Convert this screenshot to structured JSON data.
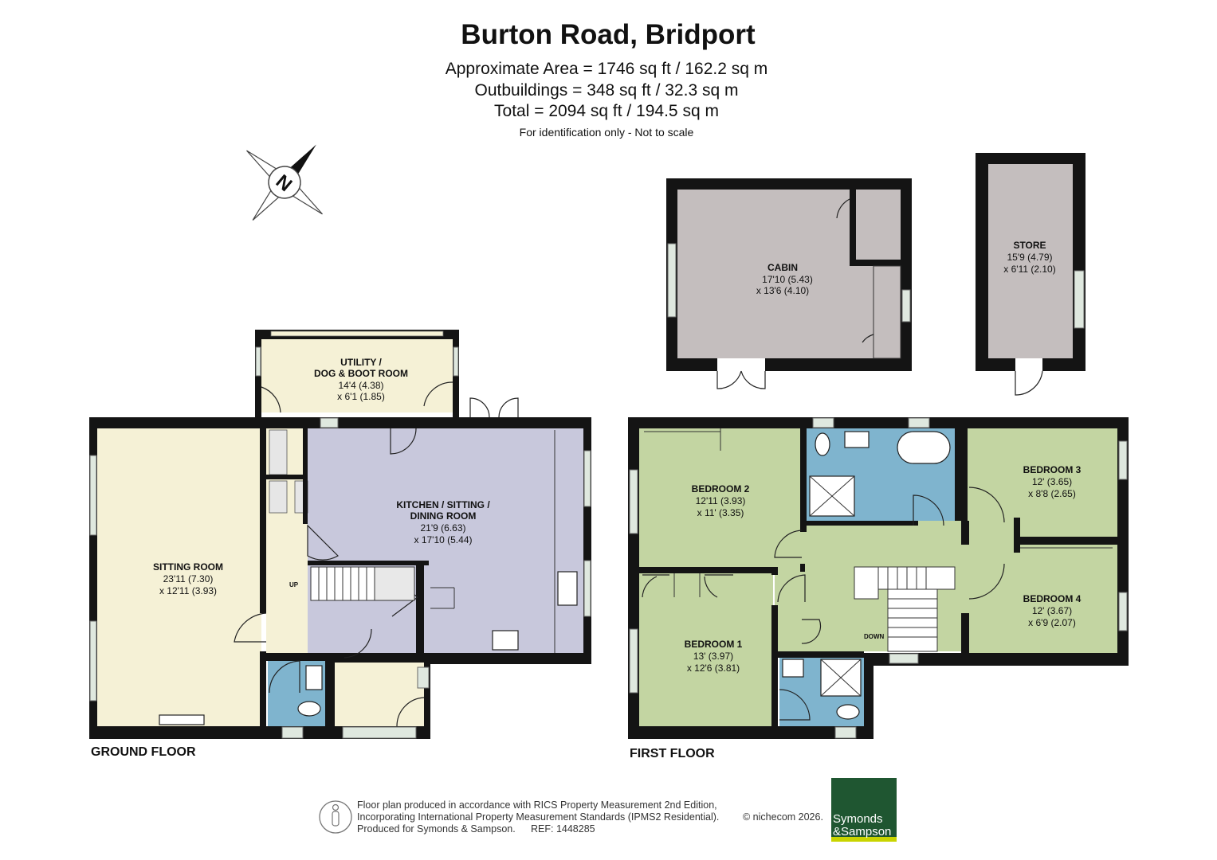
{
  "header": {
    "title": "Burton Road, Bridport",
    "area_line": "Approximate Area = 1746 sq ft / 162.2 sq m",
    "outbuildings_line": "Outbuildings = 348 sq ft / 32.3 sq m",
    "total_line": "Total = 2094 sq ft / 194.5 sq m",
    "disclaimer": "For identification only - Not to scale"
  },
  "compass": {
    "letter": "N",
    "icon": "compass-icon"
  },
  "floors": {
    "ground": "GROUND FLOOR",
    "first": "FIRST FLOOR"
  },
  "rooms": {
    "utility": {
      "name1": "UTILITY /",
      "name2": "DOG & BOOT ROOM",
      "dim1": "14'4 (4.38)",
      "dim2": "x 6'1 (1.85)"
    },
    "sitting": {
      "name": "SITTING ROOM",
      "dim1": "23'11 (7.30)",
      "dim2": "x 12'11 (3.93)"
    },
    "kitchen": {
      "name1": "KITCHEN / SITTING /",
      "name2": "DINING ROOM",
      "dim1": "21'9 (6.63)",
      "dim2": "x 17'10 (5.44)"
    },
    "cabin": {
      "name": "CABIN",
      "dim1": "17'10 (5.43)",
      "dim2": "x 13'6 (4.10)"
    },
    "store": {
      "name": "STORE",
      "dim1": "15'9 (4.79)",
      "dim2": "x 6'11 (2.10)"
    },
    "bedroom2": {
      "name": "BEDROOM 2",
      "dim1": "12'11 (3.93)",
      "dim2": "x 11' (3.35)"
    },
    "bedroom3": {
      "name": "BEDROOM 3",
      "dim1": "12' (3.65)",
      "dim2": "x 8'8 (2.65)"
    },
    "bedroom1": {
      "name": "BEDROOM 1",
      "dim1": "13' (3.97)",
      "dim2": "x 12'6 (3.81)"
    },
    "bedroom4": {
      "name": "BEDROOM 4",
      "dim1": "12' (3.67)",
      "dim2": "x 6'9 (2.07)"
    }
  },
  "stairs": {
    "up": "UP",
    "down": "DOWN"
  },
  "footer": {
    "line1": "Floor plan produced in accordance with RICS Property Measurement 2nd Edition,",
    "line2": "Incorporating International Property Measurement Standards (IPMS2 Residential).",
    "line3": "Produced for Symonds & Sampson.",
    "ref": "REF:  1448285",
    "copyright": "© nichecom 2026.",
    "logo_line1": "Symonds",
    "logo_line2": "&Sampson"
  },
  "colors": {
    "wall": "#141414",
    "sitting": "#f5f1d6",
    "kitchen": "#c8c8dc",
    "bedroom": "#c3d5a2",
    "bathroom": "#7fb4ce",
    "cabin": "#c4bebe",
    "logo_bg": "#1f5631",
    "logo_stripe": "#c9d400"
  }
}
